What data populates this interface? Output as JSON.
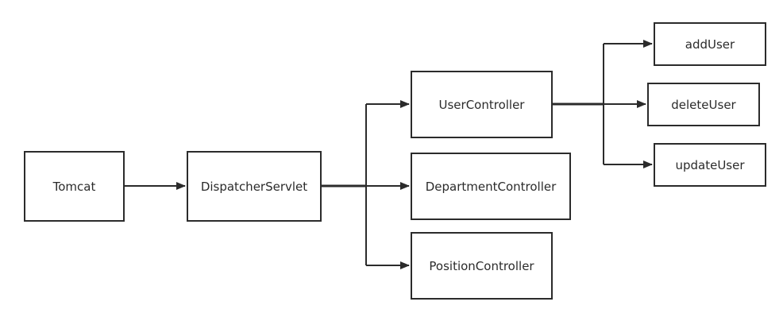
{
  "diagram": {
    "nodes": {
      "tomcat": "Tomcat",
      "dispatcher": "DispatcherServlet",
      "user_controller": "UserController",
      "department_controller": "DepartmentController",
      "position_controller": "PositionController",
      "add_user": "addUser",
      "delete_user": "deleteUser",
      "update_user": "updateUser"
    },
    "edges": [
      {
        "from": "Tomcat",
        "to": "DispatcherServlet"
      },
      {
        "from": "DispatcherServlet",
        "to": "UserController"
      },
      {
        "from": "DispatcherServlet",
        "to": "DepartmentController"
      },
      {
        "from": "DispatcherServlet",
        "to": "PositionController"
      },
      {
        "from": "UserController",
        "to": "addUser"
      },
      {
        "from": "UserController",
        "to": "deleteUser"
      },
      {
        "from": "UserController",
        "to": "updateUser"
      }
    ],
    "colors": {
      "stroke": "#2b2b2b",
      "background": "#ffffff"
    }
  }
}
